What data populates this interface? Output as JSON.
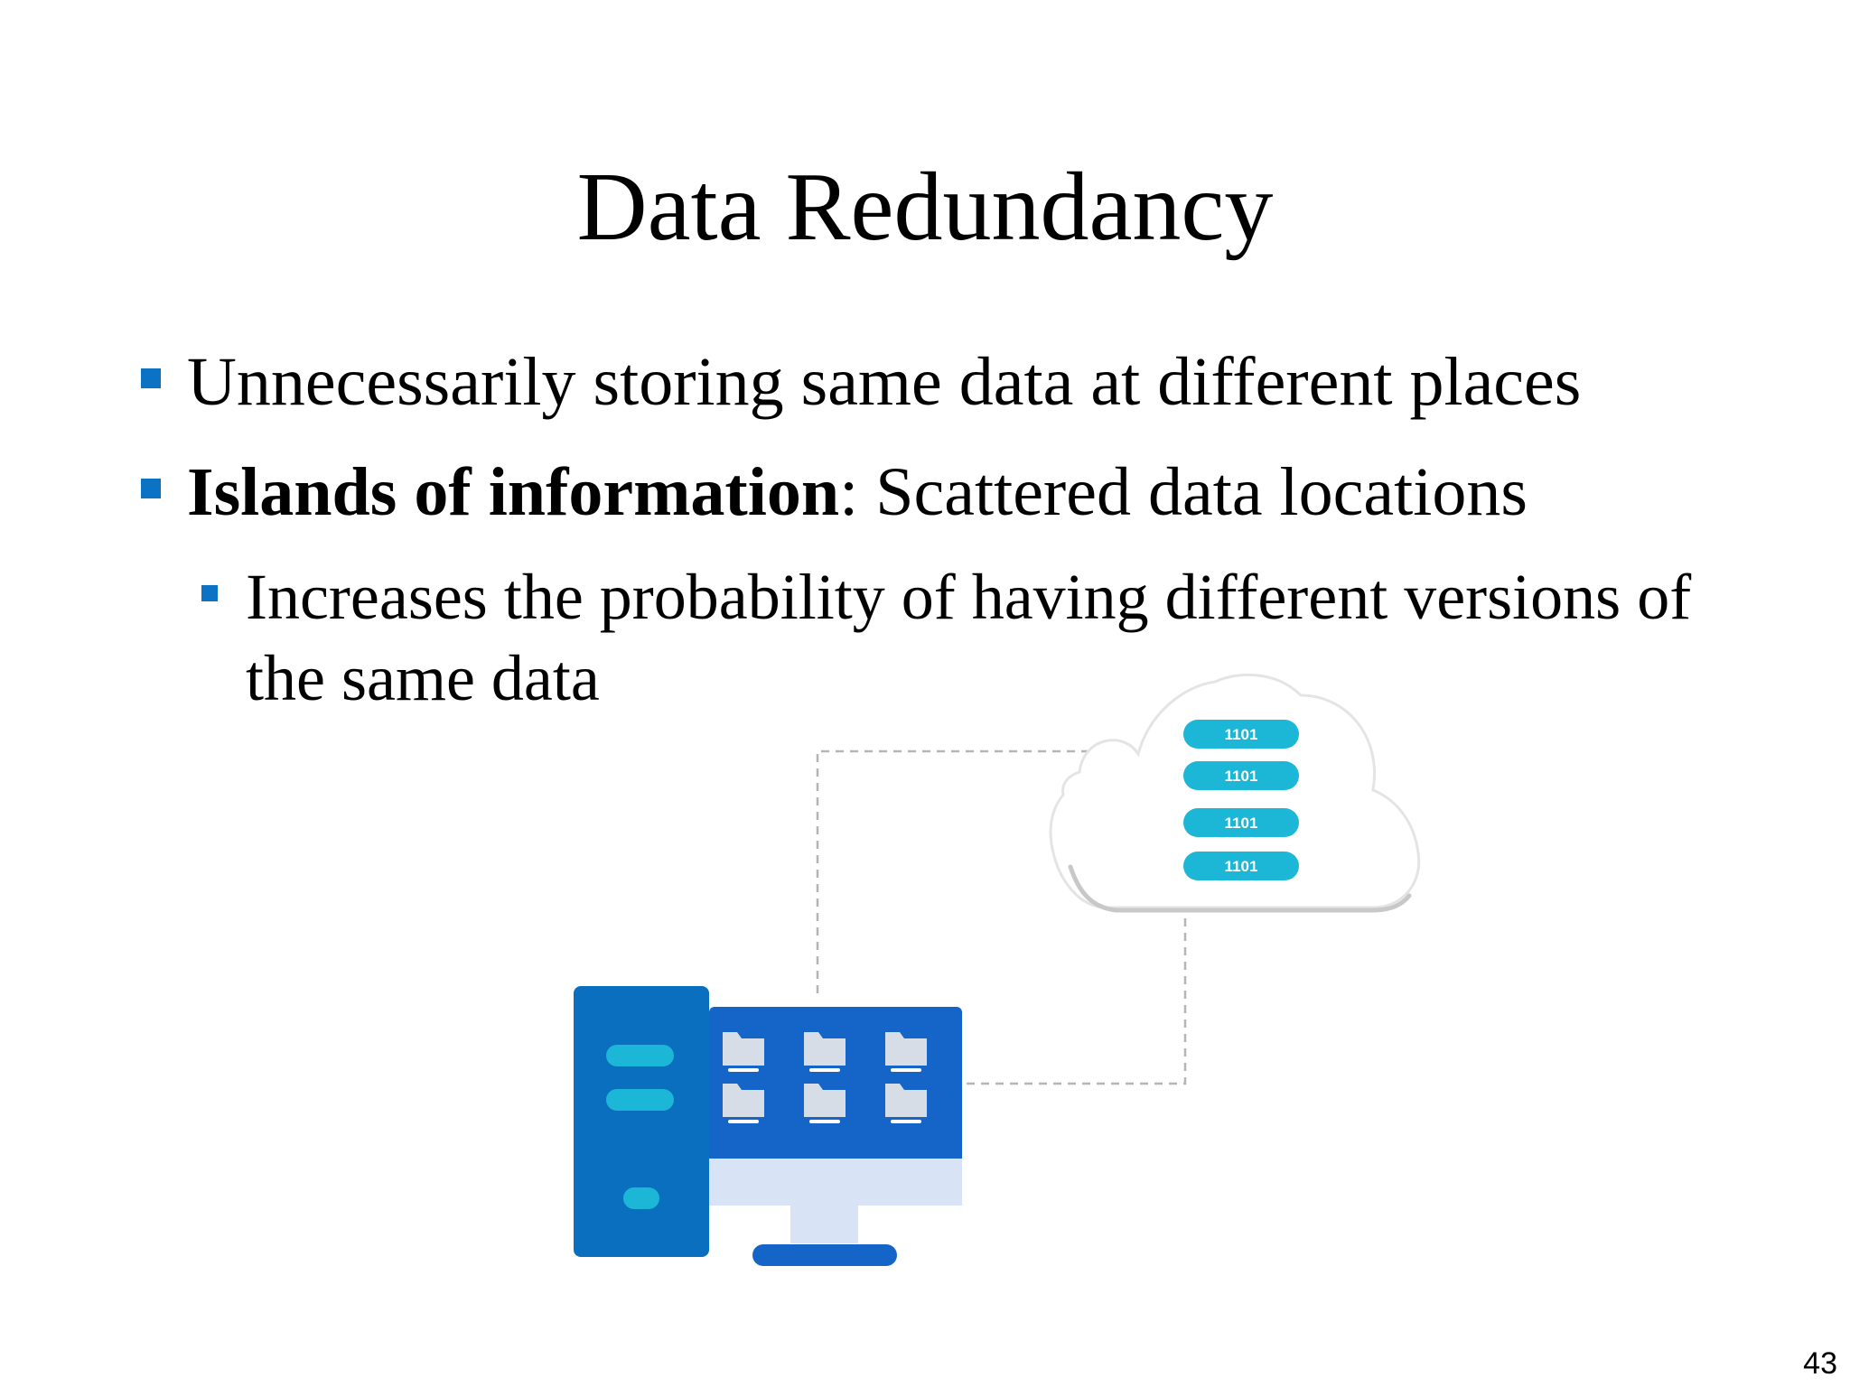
{
  "slide": {
    "title": "Data Redundancy",
    "bullets": [
      {
        "text": "Unnecessarily storing same data at different places"
      },
      {
        "bold": "Islands of information",
        "rest": ": Scattered data locations"
      },
      {
        "text": "Increases the probability of having different versions of the same data"
      }
    ],
    "illustration": {
      "cloud_labels": [
        "1101",
        "1101",
        "1101",
        "1101"
      ],
      "colors": {
        "dark_blue": "#0b6fc0",
        "screen_blue": "#1565c8",
        "cyan": "#1cb6d6",
        "light_blue": "#d8e4f5",
        "folder": "#d7dde6"
      }
    },
    "page_number": "43"
  }
}
